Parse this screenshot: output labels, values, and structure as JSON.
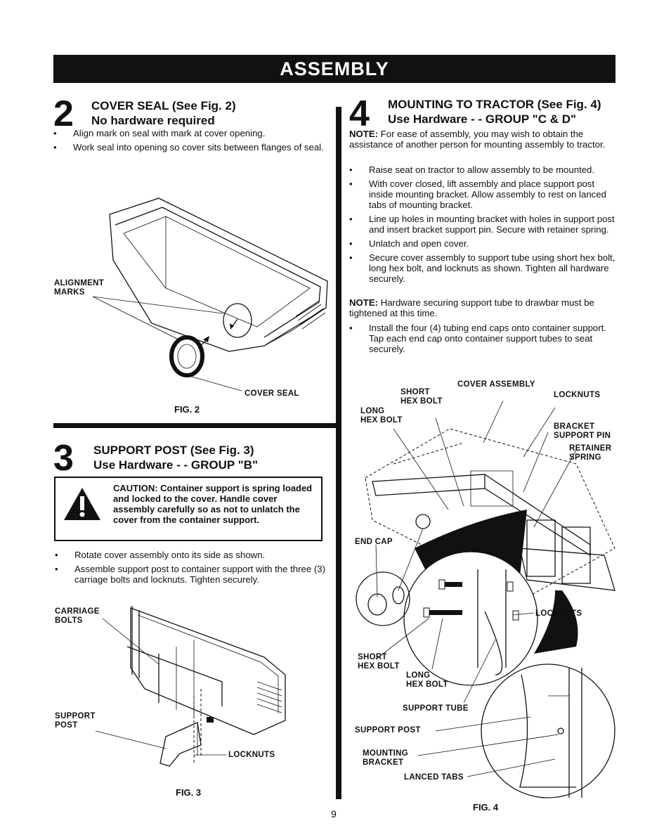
{
  "header": {
    "title": "ASSEMBLY"
  },
  "step2": {
    "number": "2",
    "title": "COVER SEAL (See Fig. 2)",
    "subtitle": "No hardware required",
    "bullets": [
      "Align mark on seal with mark at cover opening.",
      "Work seal into opening so cover sits between flanges of seal."
    ],
    "fig_labels": {
      "alignment_marks": "ALIGNMENT\nMARKS",
      "cover_seal": "COVER SEAL"
    },
    "caption": "FIG. 2"
  },
  "step3": {
    "number": "3",
    "title": "SUPPORT POST (See Fig. 3)",
    "subtitle": "Use Hardware - - GROUP \"B\"",
    "caution": "CAUTION: Container support is spring loaded and locked to the cover. Handle cover assembly carefully so as not to unlatch the cover from the container support.",
    "bullets": [
      "Rotate cover assembly onto its side as shown.",
      "Assemble support post to container support with the three (3) carriage bolts and locknuts. Tighten securely."
    ],
    "fig_labels": {
      "carriage_bolts": "CARRIAGE\nBOLTS",
      "support_post": "SUPPORT\nPOST",
      "locknuts": "LOCKNUTS"
    },
    "caption": "FIG. 3"
  },
  "step4": {
    "number": "4",
    "title": "MOUNTING TO TRACTOR (See Fig. 4)",
    "subtitle": "Use Hardware - - GROUP \"C & D\"",
    "note1_label": "NOTE:",
    "note1_text": " For ease of assembly, you may wish to obtain the assistance of another person for mounting assembly to tractor.",
    "bullets_a": [
      "Raise seat on tractor to allow assembly to be mounted.",
      "With cover closed, lift assembly and place support post inside mounting bracket. Allow assembly to rest on lanced tabs of mounting bracket.",
      "Line up holes in mounting bracket with holes in support post and insert bracket support pin. Secure with retainer spring.",
      "Unlatch and open cover.",
      "Secure cover assembly to support tube using short hex bolt, long hex bolt, and locknuts as shown. Tighten all hardware securely."
    ],
    "note2_label": "NOTE:",
    "note2_text": " Hardware securing support tube to drawbar must be tightened at this time.",
    "bullets_b": [
      "Install the four (4) tubing end caps onto container support. Tap each end cap onto container support tubes to seat securely."
    ],
    "fig_labels": {
      "cover_assembly": "COVER ASSEMBLY",
      "short_hex_bolt_top": "SHORT\nHEX BOLT",
      "locknuts_top": "LOCKNUTS",
      "long_hex_bolt_top": "LONG\nHEX BOLT",
      "bracket_support_pin": "BRACKET\nSUPPORT PIN",
      "retainer_spring": "RETAINER\nSPRING",
      "end_cap": "END CAP",
      "locknuts_mid": "LOCKNUTS",
      "short_hex_bolt": "SHORT\nHEX BOLT",
      "long_hex_bolt": "LONG\nHEX BOLT",
      "support_tube": "SUPPORT TUBE",
      "support_post": "SUPPORT POST",
      "mounting_bracket": "MOUNTING\nBRACKET",
      "lanced_tabs": "LANCED TABS"
    },
    "caption": "FIG. 4"
  },
  "footer": {
    "page_number": "9"
  }
}
